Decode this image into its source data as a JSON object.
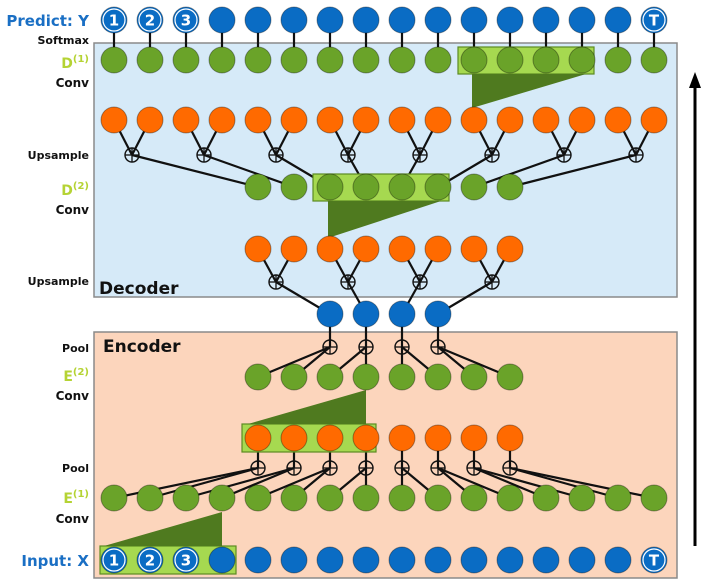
{
  "labels": {
    "predict": "Predict: Y",
    "softmax": "Softmax",
    "d1": "D",
    "d1_sup": "(1)",
    "d1_op": "Conv",
    "upsample1": "Upsample",
    "d2": "D",
    "d2_sup": "(2)",
    "d2_op": "Conv",
    "upsample2": "Upsample",
    "decoder": "Decoder",
    "encoder": "Encoder",
    "pool2": "Pool",
    "e2": "E",
    "e2_sup": "(2)",
    "e2_op": "Conv",
    "pool1": "Pool",
    "e1": "E",
    "e1_sup": "(1)",
    "e1_op": "Conv",
    "input": "Input: X"
  },
  "output_nodes": [
    "1",
    "2",
    "3",
    "",
    "",
    "",
    "",
    "",
    "",
    "",
    "",
    "",
    "",
    "",
    "",
    "T"
  ],
  "input_nodes": [
    "1",
    "2",
    "3",
    "",
    "",
    "",
    "",
    "",
    "",
    "",
    "",
    "",
    "",
    "",
    "",
    "T"
  ],
  "plus_symbol": "⊕",
  "colors": {
    "blue": "#0a6cc4",
    "green": "#6aa329",
    "orange": "#ff6a00",
    "dark_green": "#4f7a1f",
    "light_green_box": "#a6d950",
    "decoder_bg": "#d6eaf8",
    "encoder_bg": "#fcd5bc",
    "label_blue": "#1a6fc4",
    "label_green": "#b5d334"
  }
}
